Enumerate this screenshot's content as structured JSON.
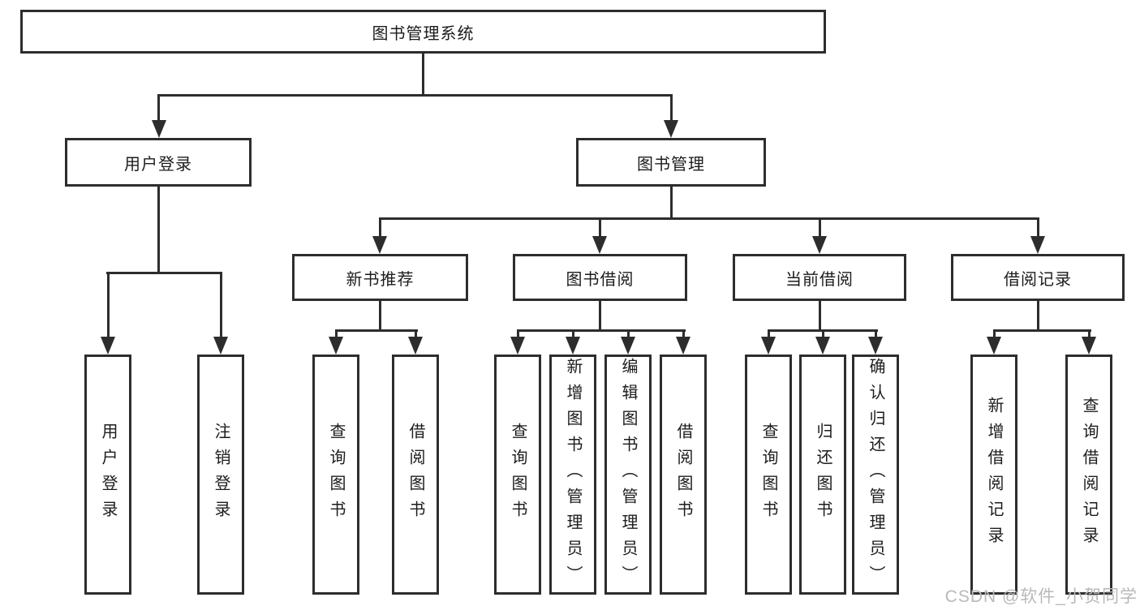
{
  "diagram": {
    "root": {
      "label": "图书管理系统"
    },
    "branches": [
      {
        "label": "用户登录",
        "children": [
          "用户登录",
          "注销登录"
        ]
      },
      {
        "label": "图书管理",
        "groups": [
          {
            "label": "新书推荐",
            "children": [
              "查询图书",
              "借阅图书"
            ]
          },
          {
            "label": "图书借阅",
            "children": [
              "查询图书",
              "新增图书（管理员）",
              "编辑图书（管理员）",
              "借阅图书"
            ]
          },
          {
            "label": "当前借阅",
            "children": [
              "查询图书",
              "归还图书",
              "确认归还（管理员）"
            ]
          },
          {
            "label": "借阅记录",
            "children": [
              "新增借阅记录",
              "查询借阅记录"
            ]
          }
        ]
      }
    ],
    "watermark": "CSDN @软件_小贺同学"
  }
}
